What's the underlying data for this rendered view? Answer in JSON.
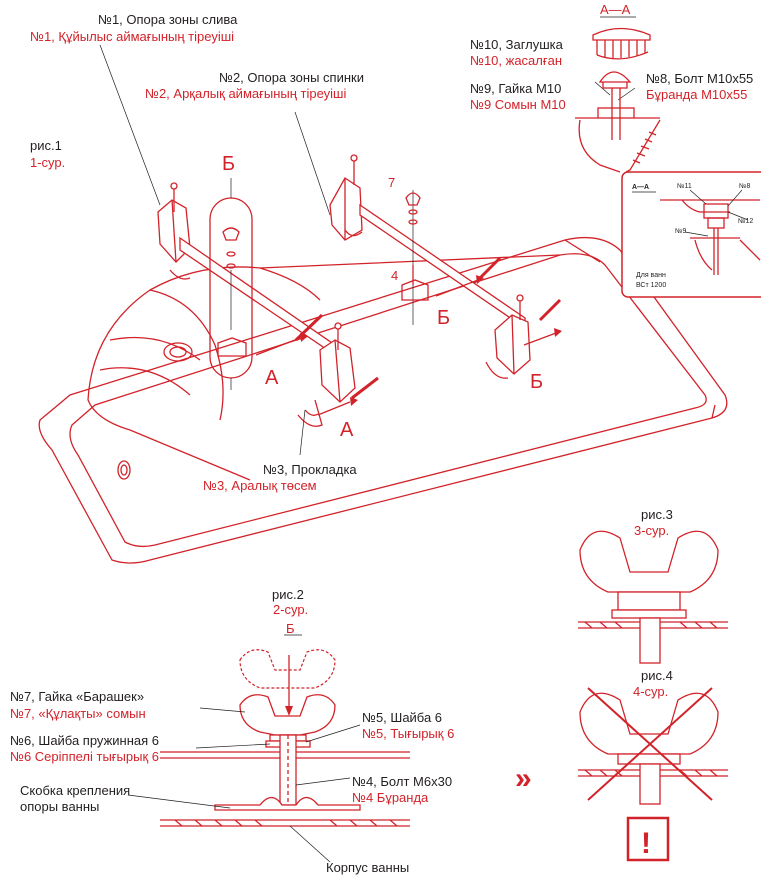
{
  "labels": {
    "n1_ru": "№1, Опора зоны слива",
    "n1_kz": "№1, Құйылыс аймағының тіреуіші",
    "n2_ru": "№2, Опора зоны спинки",
    "n2_kz": "№2, Арқалық аймағының тіреуіші",
    "n3_ru": "№3, Прокладка",
    "n3_kz": "№3, Аралық  төсем",
    "n4_ru": "№4, Болт М6х30",
    "n4_kz": "№4 Бұранда",
    "n5_ru": "№5, Шайба 6",
    "n5_kz": "№5, Тығырық 6",
    "n6_ru": "№6, Шайба пружинная 6",
    "n6_kz": "№6 Серіппелі тығырық 6",
    "n7_ru": "№7, Гайка «Барашек»",
    "n7_kz": "№7, «Құлақты» сомын",
    "n8_ru": "№8, Болт М10х55",
    "n8_kz": "Бұранда М10х55",
    "n9_ru": "№9, Гайка М10",
    "n9_kz": "№9  Сомын М10",
    "n10_ru": "№10, Заглушка",
    "n10_kz": "№10, жасалған",
    "bracket_line1": "Скобка крепления",
    "bracket_line2": "опоры ванны",
    "body": "Корпус ванны"
  },
  "figures": {
    "fig1_ru": "рис.1",
    "fig1_kz": "1-сур.",
    "fig2_ru": "рис.2",
    "fig2_kz": "2-сур.",
    "fig3_ru": "рис.3",
    "fig3_kz": "3-сур.",
    "fig4_ru": "рис.4",
    "fig4_kz": "4-сур."
  },
  "markers": {
    "section_aa": "А—А",
    "section_b": "Б",
    "big_b": "Б",
    "a": "А",
    "b": "Б",
    "num7": "7",
    "num4": "4",
    "chevrons": "»",
    "warning": "!"
  },
  "inset": {
    "title": "А—А",
    "n11": "№11",
    "n8": "№8",
    "n12": "№12",
    "n9": "№9",
    "note1": "Для ванн",
    "note2": "ВСт 1200"
  },
  "colors": {
    "accent": "#d2232a",
    "text": "#231f20"
  }
}
